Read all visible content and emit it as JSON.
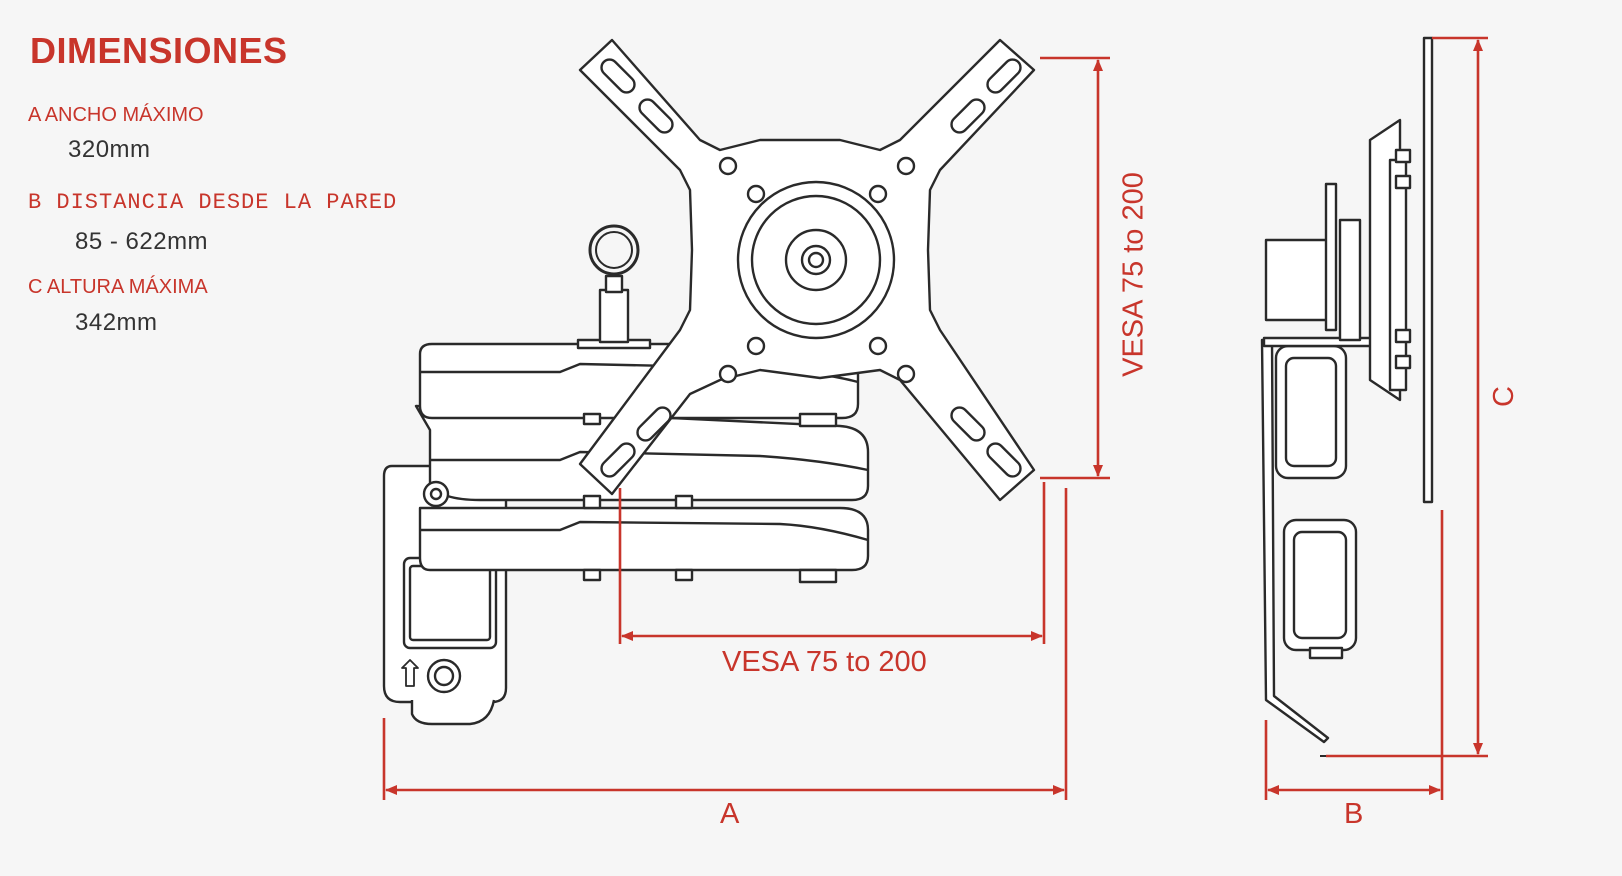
{
  "title": "DIMENSIONES",
  "specs": [
    {
      "label": "A ANCHO MÁXIMO",
      "value": "320mm"
    },
    {
      "label": "B DISTANCIA DESDE LA PARED",
      "value": "85 - 622mm"
    },
    {
      "label": "C ALTURA MÁXIMA",
      "value": "342mm"
    }
  ],
  "dimensions": {
    "vesa_horizontal": "VESA 75 to 200",
    "vesa_vertical": "VESA 75 to 200",
    "a": "A",
    "b": "B",
    "c": "C"
  },
  "colors": {
    "accent": "#c8352b",
    "line": "#2a2a2a",
    "fill": "#ffffff"
  }
}
